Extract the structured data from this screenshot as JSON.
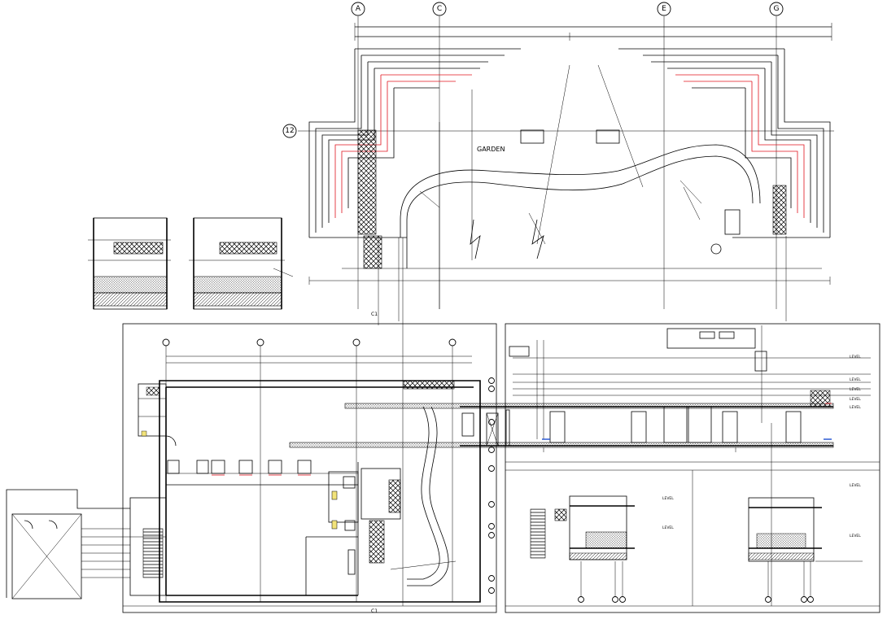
{
  "colors": {
    "background": "#ffffff",
    "line": "#000000",
    "accent_red": "#e0141e",
    "accent_blue": "#1f4fd1",
    "accent_yellow": "#f2e37a"
  },
  "site_plan": {
    "grid_markers": [
      "A",
      "C",
      "E",
      "G"
    ],
    "row_marker": "12",
    "garden_label": "GARDEN"
  },
  "floor_plan": {
    "bottom_marker": "C1",
    "top_marker": "C1"
  },
  "sections": {
    "elevation_level_tags": [
      "LEVEL",
      "LEVEL",
      "LEVEL",
      "LEVEL",
      "LEVEL"
    ],
    "detail_level_tags": [
      "LEVEL",
      "LEVEL",
      "LEVEL",
      "LEVEL"
    ]
  }
}
